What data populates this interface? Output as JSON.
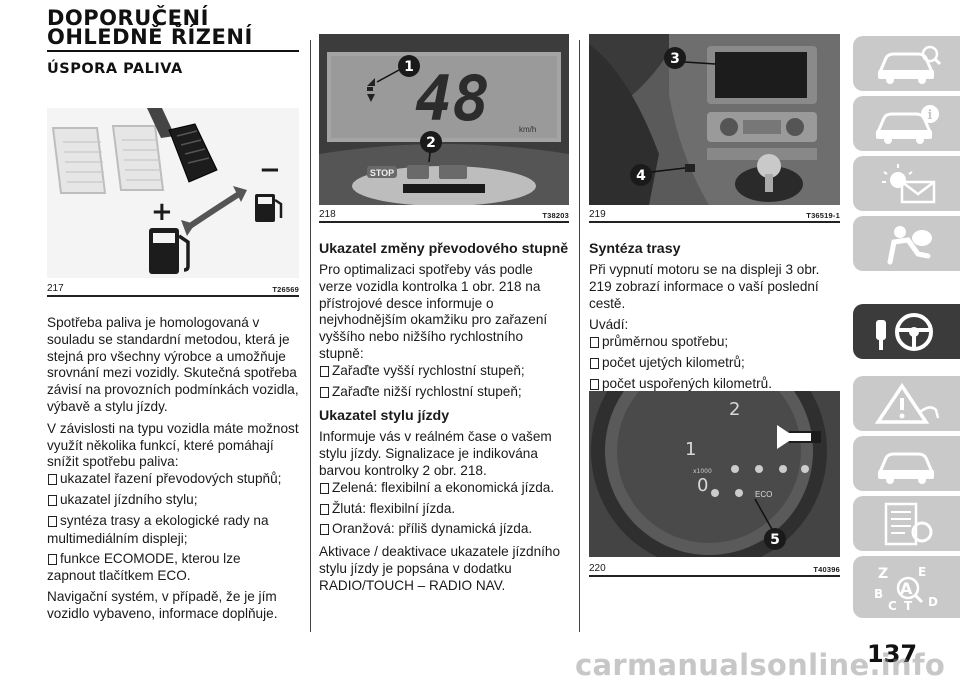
{
  "col1": {
    "title_line1": "DOPORUČENÍ",
    "title_line2": "OHLEDNĚ ŘÍZENÍ",
    "subtitle": "ÚSPORA PALIVA",
    "fig_number": "217",
    "fig_code": "T26569",
    "fig_plus": "+",
    "fig_minus": "−",
    "para1": "Spotřeba paliva je homologovaná v souladu se standardní metodou, která je stejná pro všechny výrobce a umožňuje srovnání mezi vozidly. Skutečná spotřeba závisí na provozních podmínkách vozidla, výbavě a stylu jízdy.",
    "para2": "V závislosti na typu vozidla máte možnost využít několika funkcí, které pomáhají snížit spotřebu paliva:",
    "bullets": [
      "ukazatel řazení převodových stupňů;",
      "ukazatel jízdního stylu;",
      "syntéza trasy a ekologické rady na",
      "funkce ECOMODE, kterou lze"
    ],
    "bullet3_cont": "multimediálním displeji;",
    "bullet4_cont": "zapnout tlačítkem ECO.",
    "para3": "Navigační systém, v případě, že je jím vozidlo vybaveno, informace doplňuje."
  },
  "col2": {
    "fig_number": "218",
    "fig_code": "T38203",
    "fig_speed": "48",
    "fig_unit": "km/h",
    "fig_stop": "STOP",
    "callout1": "1",
    "callout2": "2",
    "section1_title": "Ukazatel změny převodového stupně",
    "section1_text": "Pro optimalizaci spotřeby vás podle verze vozidla kontrolka 1 obr. 218 na přístrojové desce informuje o nejvhodnějším okamžiku pro zařazení vyššího nebo nižšího rychlostního stupně:",
    "section1_bullets": [
      "Zařaďte vyšší rychlostní stupeň;",
      "Zařaďte nižší rychlostní stupeň;"
    ],
    "section2_title": "Ukazatel stylu jízdy",
    "section2_text": "Informuje vás v reálném čase o vašem stylu jízdy. Signalizace je indikována barvou kontrolky 2 obr. 218.",
    "section2_bullets": [
      "Zelená: flexibilní a ekonomická jízda.",
      "Žlutá: flexibilní jízda.",
      "Oranžová: příliš dynamická jízda."
    ],
    "section2_text2": "Aktivace / deaktivace ukazatele jízdního stylu jízdy je popsána v dodatku RADIO/TOUCH – RADIO NAV."
  },
  "col3": {
    "fig1_number": "219",
    "fig1_code": "T36519-1",
    "callout3": "3",
    "callout4": "4",
    "section_title": "Syntéza trasy",
    "section_text": "Při vypnutí motoru se na displeji 3 obr. 219 zobrazí informace o vaší poslední cestě.",
    "intro": "Uvádí:",
    "bullets": [
      "průměrnou spotřebu;",
      "počet ujetých kilometrů;",
      "počet uspořených kilometrů."
    ],
    "fig2_number": "220",
    "fig2_code": "T40396",
    "callout5": "5",
    "fig2_eco": "ECO",
    "fig2_x1000": "x1000",
    "fig2_tick0": "0",
    "fig2_tick1": "1",
    "fig2_tick2": "2"
  },
  "sidebar": {
    "tabs": [
      "vehicle-overview-icon",
      "vehicle-info-icon",
      "warning-lights-icon",
      "safety-airbag-icon",
      "steering-wheel-key-icon",
      "emergency-road-icon",
      "maintenance-car-icon",
      "specifications-list-icon",
      "index-alphabet-icon"
    ],
    "active_index": 4,
    "alphabet_letters": [
      "Z",
      "E",
      "B",
      "A",
      "C",
      "T",
      "D"
    ]
  },
  "page_number": "137",
  "watermark": "carmanualsonline.info"
}
